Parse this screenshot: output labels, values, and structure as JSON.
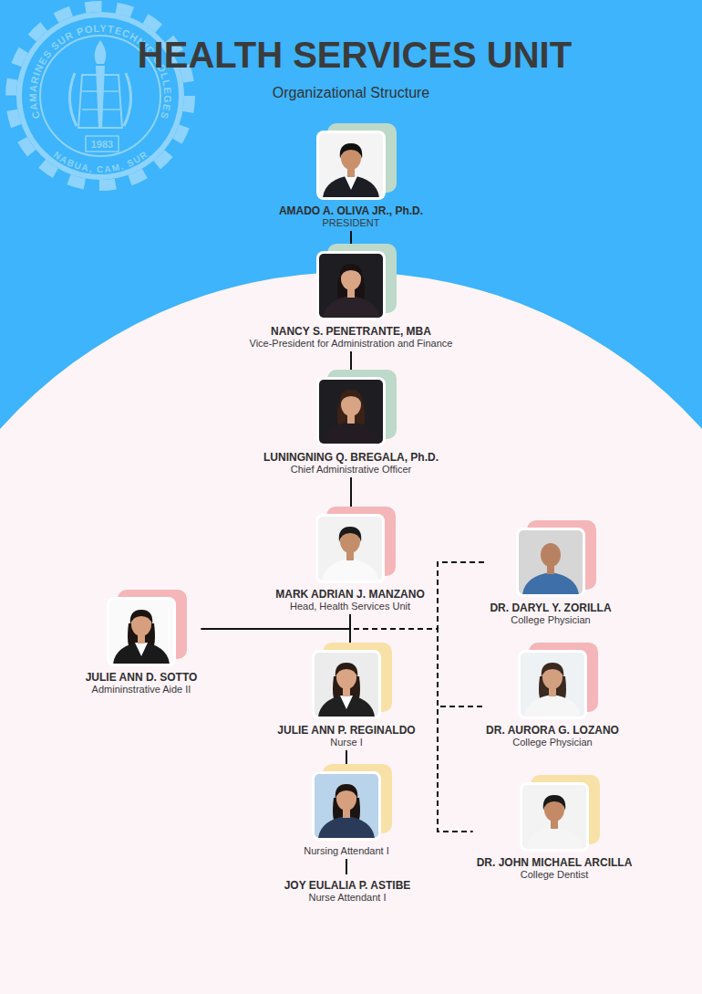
{
  "diagram": {
    "title": "HEALTH SERVICES UNIT",
    "nodes": [
      {
        "text": [
          "AMADO A. OLIVA JR., Ph.D.",
          "PRESIDENT"
        ]
      },
      {
        "text": [
          "NANCY S. PENETRANTE, MBA",
          "Vice-President for Administration and Finance"
        ]
      },
      {
        "text": [
          "LUNINGNING Q. BREGALA, Ph.D.",
          "Chief Administrative Officer"
        ]
      },
      {
        "text": [
          "MARK ADRIAN J. MANZANO",
          "Head, Health Services Unit"
        ]
      },
      {
        "text": [
          "DR. DARYL Y. ZORILLA",
          "College Physician"
        ]
      },
      {
        "text": [
          "JULIE ANN D. SOTTO",
          "Admininstrative Aide II"
        ]
      },
      {
        "text": [
          "JULIE ANN P. REGINALDO",
          "Nurse I"
        ]
      },
      {
        "text": [
          "DR. AURORA G. LOZANO",
          "College Physician"
        ]
      },
      {
        "text": [
          "Nursing Attendant I"
        ]
      },
      {
        "text": [
          "JOY EULALIA P. ASTIBE",
          "Nurse Attendant I"
        ]
      },
      {
        "text": [
          "DR. JOHN MICHAEL ARCILLA",
          "College Dentist"
        ]
      }
    ],
    "edges": [
      {
        "from": 0,
        "to": 1,
        "arrow": "none"
      },
      {
        "from": 1,
        "to": 2,
        "arrow": "none"
      },
      {
        "from": 2,
        "to": 3,
        "arrow": "none"
      },
      {
        "from": 3,
        "to": 4,
        "arrow": "none"
      },
      {
        "from": 3,
        "to": 5,
        "arrow": "none"
      },
      {
        "from": 3,
        "to": 6,
        "arrow": "none"
      },
      {
        "from": 3,
        "to": 7,
        "arrow": "none"
      },
      {
        "from": 3,
        "to": 10,
        "arrow": "none"
      },
      {
        "from": 6,
        "to": 8,
        "arrow": "none"
      },
      {
        "from": 8,
        "to": 9,
        "arrow": "none"
      }
    ],
    "labels": [
      "Organizational Structure",
      "CAMARINES SUR POLYTECHNIC COLLEGES",
      "1983",
      "NABUA, CAM. SUR"
    ]
  }
}
